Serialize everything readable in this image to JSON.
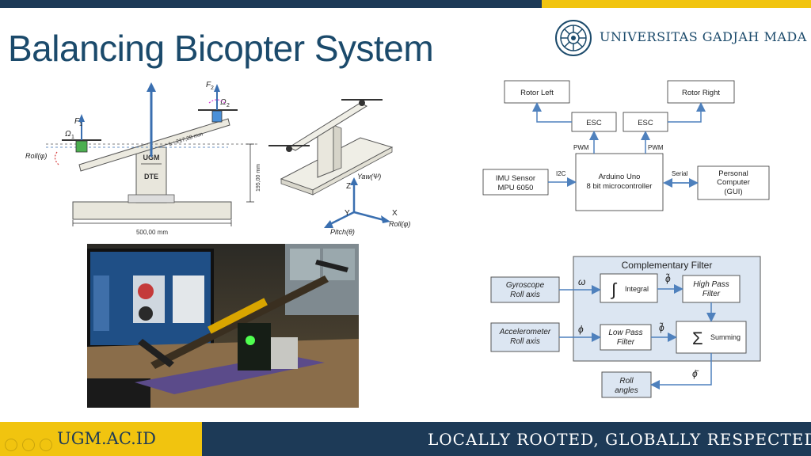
{
  "header": {
    "title": "Balancing Bicopter System",
    "university": "UNIVERSITAS GADJAH MADA"
  },
  "footer": {
    "website": "UGM.AC.ID",
    "slogan": "LOCALLY ROOTED, GLOBALLY RESPECTED"
  },
  "colors": {
    "dark_blue": "#1d3a57",
    "gold": "#f1c40f",
    "title_blue": "#1b4a6b",
    "filter_fill": "#dce6f2",
    "arrow_blue": "#4f81bd"
  },
  "mechanical_drawing": {
    "f1": "F",
    "f1_sub": "1",
    "f2": "F",
    "f2_sub": "2",
    "omega1": "Ω",
    "omega1_sub": "1",
    "omega2": "Ω",
    "omega2_sub": "2",
    "roll": "Roll(φ)",
    "length": "L : 217,28 mm",
    "height": "195,00 mm",
    "base_width": "500,00 mm",
    "column_text_1": "UGM",
    "column_text_2": "DTE"
  },
  "axes_drawing": {
    "yaw": "Yaw(Ψ)",
    "z": "Z",
    "y": "Y",
    "x": "X",
    "pitch": "Pitch(θ)",
    "roll": "Roll(φ)"
  },
  "block_diagram": {
    "rotor_left": "Rotor Left",
    "rotor_right": "Rotor Right",
    "esc_left": "ESC",
    "esc_right": "ESC",
    "pwm_left": "PWM",
    "pwm_right": "PWM",
    "imu_line1": "IMU Sensor",
    "imu_line2": "MPU 6050",
    "i2c": "I2C",
    "arduino_line1": "Arduino Uno",
    "arduino_line2": "8 bit microcontroller",
    "serial": "Serial",
    "pc_line1": "Personal",
    "pc_line2": "Computer",
    "pc_line3": "(GUI)"
  },
  "filter_diagram": {
    "title": "Complementary Filter",
    "gyro_line1": "Gyroscope",
    "gyro_line2": "Roll axis",
    "accel_line1": "Accelerometer",
    "accel_line2": "Roll axis",
    "omega": "ω",
    "phi": "ϕ",
    "integral": "Integral",
    "integral_symbol": "∫",
    "phi_tilde_1": "ϕ̃",
    "phi_tilde_2": "ϕ̃",
    "hpf_line1": "High Pass",
    "hpf_line2": "Filter",
    "lpf_line1": "Low Pass",
    "lpf_line2": "Filter",
    "sum_symbol": "Σ",
    "summing": "Summing",
    "phi_bar": "ϕ̄",
    "roll_line1": "Roll",
    "roll_line2": "angles"
  }
}
